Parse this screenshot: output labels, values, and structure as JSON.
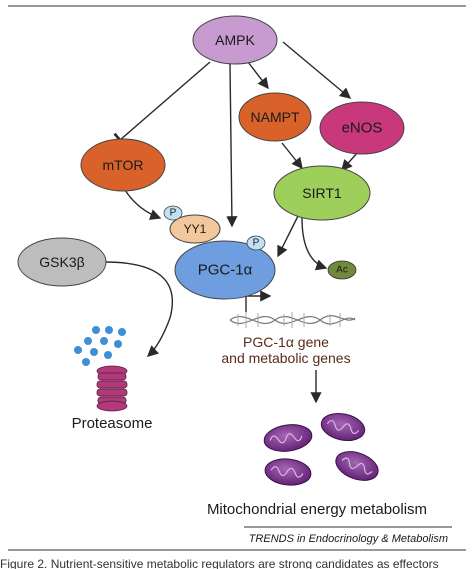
{
  "nodes": {
    "ampk": "AMPK",
    "mtor": "mTOR",
    "nampt": "NAMPT",
    "enos": "eNOS",
    "sirt1": "SIRT1",
    "yy1": "YY1",
    "pgc1a": "PGC-1α",
    "gsk3b": "GSK3β",
    "p_label": "P",
    "ac_label": "Ac"
  },
  "labels": {
    "gene_line1": "PGC-1α gene",
    "gene_line2": "and metabolic genes",
    "proteasome": "Proteasome",
    "mito": "Mitochondrial energy metabolism",
    "journal": "TRENDS in Endocrinology & Metabolism"
  },
  "caption": "Figure 2. Nutrient-sensitive metabolic regulators are strong candidates as effectors",
  "colors": {
    "ampk": "#c79bd0",
    "mtor": "#d9622b",
    "nampt": "#d9622b",
    "enos": "#c8387a",
    "sirt1": "#9ecf5a",
    "yy1": "#f1c79b",
    "pgc1a": "#6f9ee0",
    "gsk3b": "#bdbdbd",
    "phospho": "#bfe0f5",
    "acetyl": "#6f8a3a",
    "proteasome": "#b03a7a",
    "mito": "#7d2f8f",
    "dots": "#3d8fd6"
  }
}
